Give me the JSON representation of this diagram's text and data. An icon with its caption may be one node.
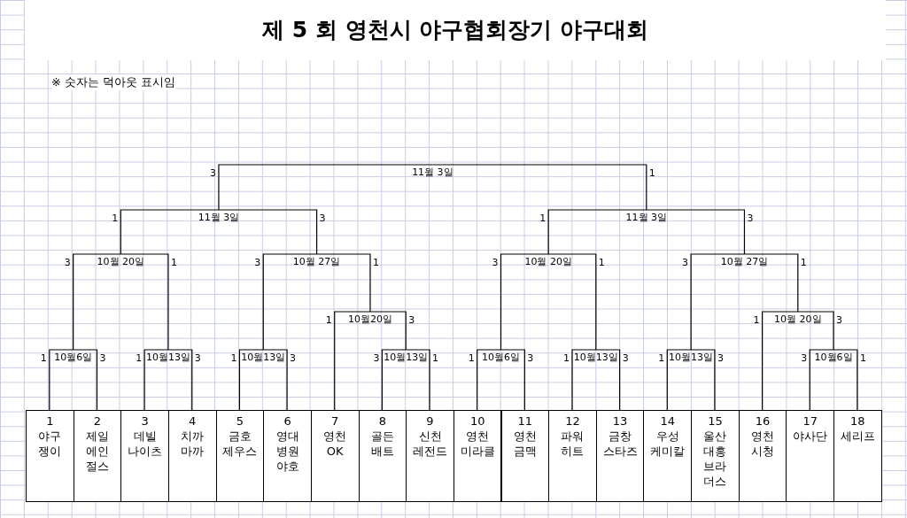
{
  "diagram": {
    "title": "제 5 회 영천시 야구협회장기 야구대회",
    "nodes": [
      {
        "text": [
          "11월 3일"
        ]
      },
      {
        "text": [
          "11월 3일"
        ]
      },
      {
        "text": [
          "11월 3일"
        ]
      },
      {
        "text": [
          "10월 20일"
        ]
      },
      {
        "text": [
          "10월 27일"
        ]
      },
      {
        "text": [
          "10월 20일"
        ]
      },
      {
        "text": [
          "10월 27일"
        ]
      },
      {
        "text": [
          "10월20일"
        ]
      },
      {
        "text": [
          "10월 20일"
        ]
      },
      {
        "text": [
          "10월6일"
        ]
      },
      {
        "text": [
          "10월13일"
        ]
      },
      {
        "text": [
          "10월13일"
        ]
      },
      {
        "text": [
          "10월13일"
        ]
      },
      {
        "text": [
          "10월6일"
        ]
      },
      {
        "text": [
          "10월13일"
        ]
      },
      {
        "text": [
          "10월13일"
        ]
      },
      {
        "text": [
          "10월6일"
        ]
      },
      {
        "text": [
          "1",
          "야구 쟁이"
        ]
      },
      {
        "text": [
          "2",
          "제일 에인 절스"
        ]
      },
      {
        "text": [
          "3",
          "데빌 나이츠"
        ]
      },
      {
        "text": [
          "4",
          "치까 마까"
        ]
      },
      {
        "text": [
          "5",
          "금호 제우스"
        ]
      },
      {
        "text": [
          "6",
          "영대 병원 야호"
        ]
      },
      {
        "text": [
          "7",
          "영천 OK"
        ]
      },
      {
        "text": [
          "8",
          "골든 배트"
        ]
      },
      {
        "text": [
          "9",
          "신천 레전드"
        ]
      },
      {
        "text": [
          "10",
          "영천 미라클"
        ]
      },
      {
        "text": [
          "11",
          "영천 금맥"
        ]
      },
      {
        "text": [
          "12",
          "파워 히트"
        ]
      },
      {
        "text": [
          "13",
          "금창 스타즈"
        ]
      },
      {
        "text": [
          "14",
          "우성 케미칼"
        ]
      },
      {
        "text": [
          "15",
          "울산 대흥 브라 더스"
        ]
      },
      {
        "text": [
          "16",
          "영천 시청"
        ]
      },
      {
        "text": [
          "17",
          "야사단"
        ]
      },
      {
        "text": [
          "18",
          "세리프"
        ]
      }
    ],
    "edges": [
      {
        "from": 1,
        "to": 0,
        "arrow": "none",
        "label": "3"
      },
      {
        "from": 2,
        "to": 0,
        "arrow": "none",
        "label": "1"
      },
      {
        "from": 3,
        "to": 1,
        "arrow": "none",
        "label": "1"
      },
      {
        "from": 4,
        "to": 1,
        "arrow": "none",
        "label": "3"
      },
      {
        "from": 5,
        "to": 2,
        "arrow": "none",
        "label": "1"
      },
      {
        "from": 6,
        "to": 2,
        "arrow": "none",
        "label": "3"
      },
      {
        "from": 9,
        "to": 3,
        "arrow": "none",
        "label": "3"
      },
      {
        "from": 10,
        "to": 3,
        "arrow": "none",
        "label": "1"
      },
      {
        "from": 11,
        "to": 4,
        "arrow": "none",
        "label": "3"
      },
      {
        "from": 7,
        "to": 4,
        "arrow": "none",
        "label": "1"
      },
      {
        "from": 13,
        "to": 5,
        "arrow": "none",
        "label": "3"
      },
      {
        "from": 14,
        "to": 5,
        "arrow": "none",
        "label": "1"
      },
      {
        "from": 15,
        "to": 6,
        "arrow": "none",
        "label": "3"
      },
      {
        "from": 8,
        "to": 6,
        "arrow": "none",
        "label": "1"
      },
      {
        "from": 23,
        "to": 7,
        "arrow": "none",
        "label": "1"
      },
      {
        "from": 12,
        "to": 7,
        "arrow": "none",
        "label": "3"
      },
      {
        "from": 32,
        "to": 8,
        "arrow": "none",
        "label": "1"
      },
      {
        "from": 16,
        "to": 8,
        "arrow": "none",
        "label": "3"
      },
      {
        "from": 17,
        "to": 9,
        "arrow": "none",
        "label": "1"
      },
      {
        "from": 18,
        "to": 9,
        "arrow": "none",
        "label": "3"
      },
      {
        "from": 19,
        "to": 10,
        "arrow": "none",
        "label": "1"
      },
      {
        "from": 20,
        "to": 10,
        "arrow": "none",
        "label": "3"
      },
      {
        "from": 21,
        "to": 11,
        "arrow": "none",
        "label": "1"
      },
      {
        "from": 22,
        "to": 11,
        "arrow": "none",
        "label": "3"
      },
      {
        "from": 24,
        "to": 12,
        "arrow": "none",
        "label": "3"
      },
      {
        "from": 25,
        "to": 12,
        "arrow": "none",
        "label": "1"
      },
      {
        "from": 26,
        "to": 13,
        "arrow": "none",
        "label": "1"
      },
      {
        "from": 27,
        "to": 13,
        "arrow": "none",
        "label": "3"
      },
      {
        "from": 28,
        "to": 14,
        "arrow": "none",
        "label": "1"
      },
      {
        "from": 29,
        "to": 14,
        "arrow": "none",
        "label": "3"
      },
      {
        "from": 30,
        "to": 15,
        "arrow": "none",
        "label": "1"
      },
      {
        "from": 31,
        "to": 15,
        "arrow": "none",
        "label": "3"
      },
      {
        "from": 33,
        "to": 16,
        "arrow": "none",
        "label": "3"
      },
      {
        "from": 34,
        "to": 16,
        "arrow": "none",
        "label": "1"
      }
    ],
    "labels": [
      "※ 숫자는 덕아웃 표시임"
    ]
  }
}
